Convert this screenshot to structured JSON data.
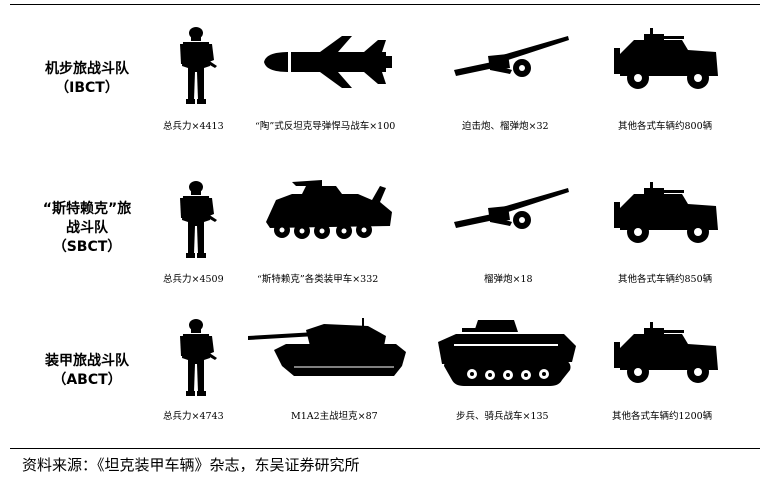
{
  "rows": [
    {
      "label_line1": "机步旅战斗队",
      "label_line2": "",
      "label_line3": "（IBCT）",
      "captions": [
        "总兵力×4413",
        "“陶”式反坦克导弹悍马战车×100",
        "迫击炮、榴弹炮×32",
        "其他各式车辆约800辆"
      ]
    },
    {
      "label_line1": "“斯特赖克”旅",
      "label_line2": "战斗队",
      "label_line3": "（SBCT）",
      "captions": [
        "总兵力×4509",
        "“斯特赖克”各类装甲车×332",
        "榴弹炮×18",
        "其他各式车辆约850辆"
      ]
    },
    {
      "label_line1": "装甲旅战斗队",
      "label_line2": "",
      "label_line3": "（ABCT）",
      "captions": [
        "总兵力×4743",
        "M1A2主战坦克×87",
        "步兵、骑兵战车×135",
        "其他各式车辆约1200辆"
      ]
    }
  ],
  "source": "资料来源：《坦克装甲车辆》杂志，东吴证券研究所",
  "icons": {
    "row1": [
      "soldier-icon",
      "missile-icon",
      "howitzer-icon",
      "humvee-icon"
    ],
    "row2": [
      "soldier-icon",
      "armored-vehicle-icon",
      "howitzer-icon",
      "humvee-icon"
    ],
    "row3": [
      "soldier-icon",
      "main-battle-tank-icon",
      "infantry-fighting-vehicle-icon",
      "humvee-icon"
    ]
  }
}
